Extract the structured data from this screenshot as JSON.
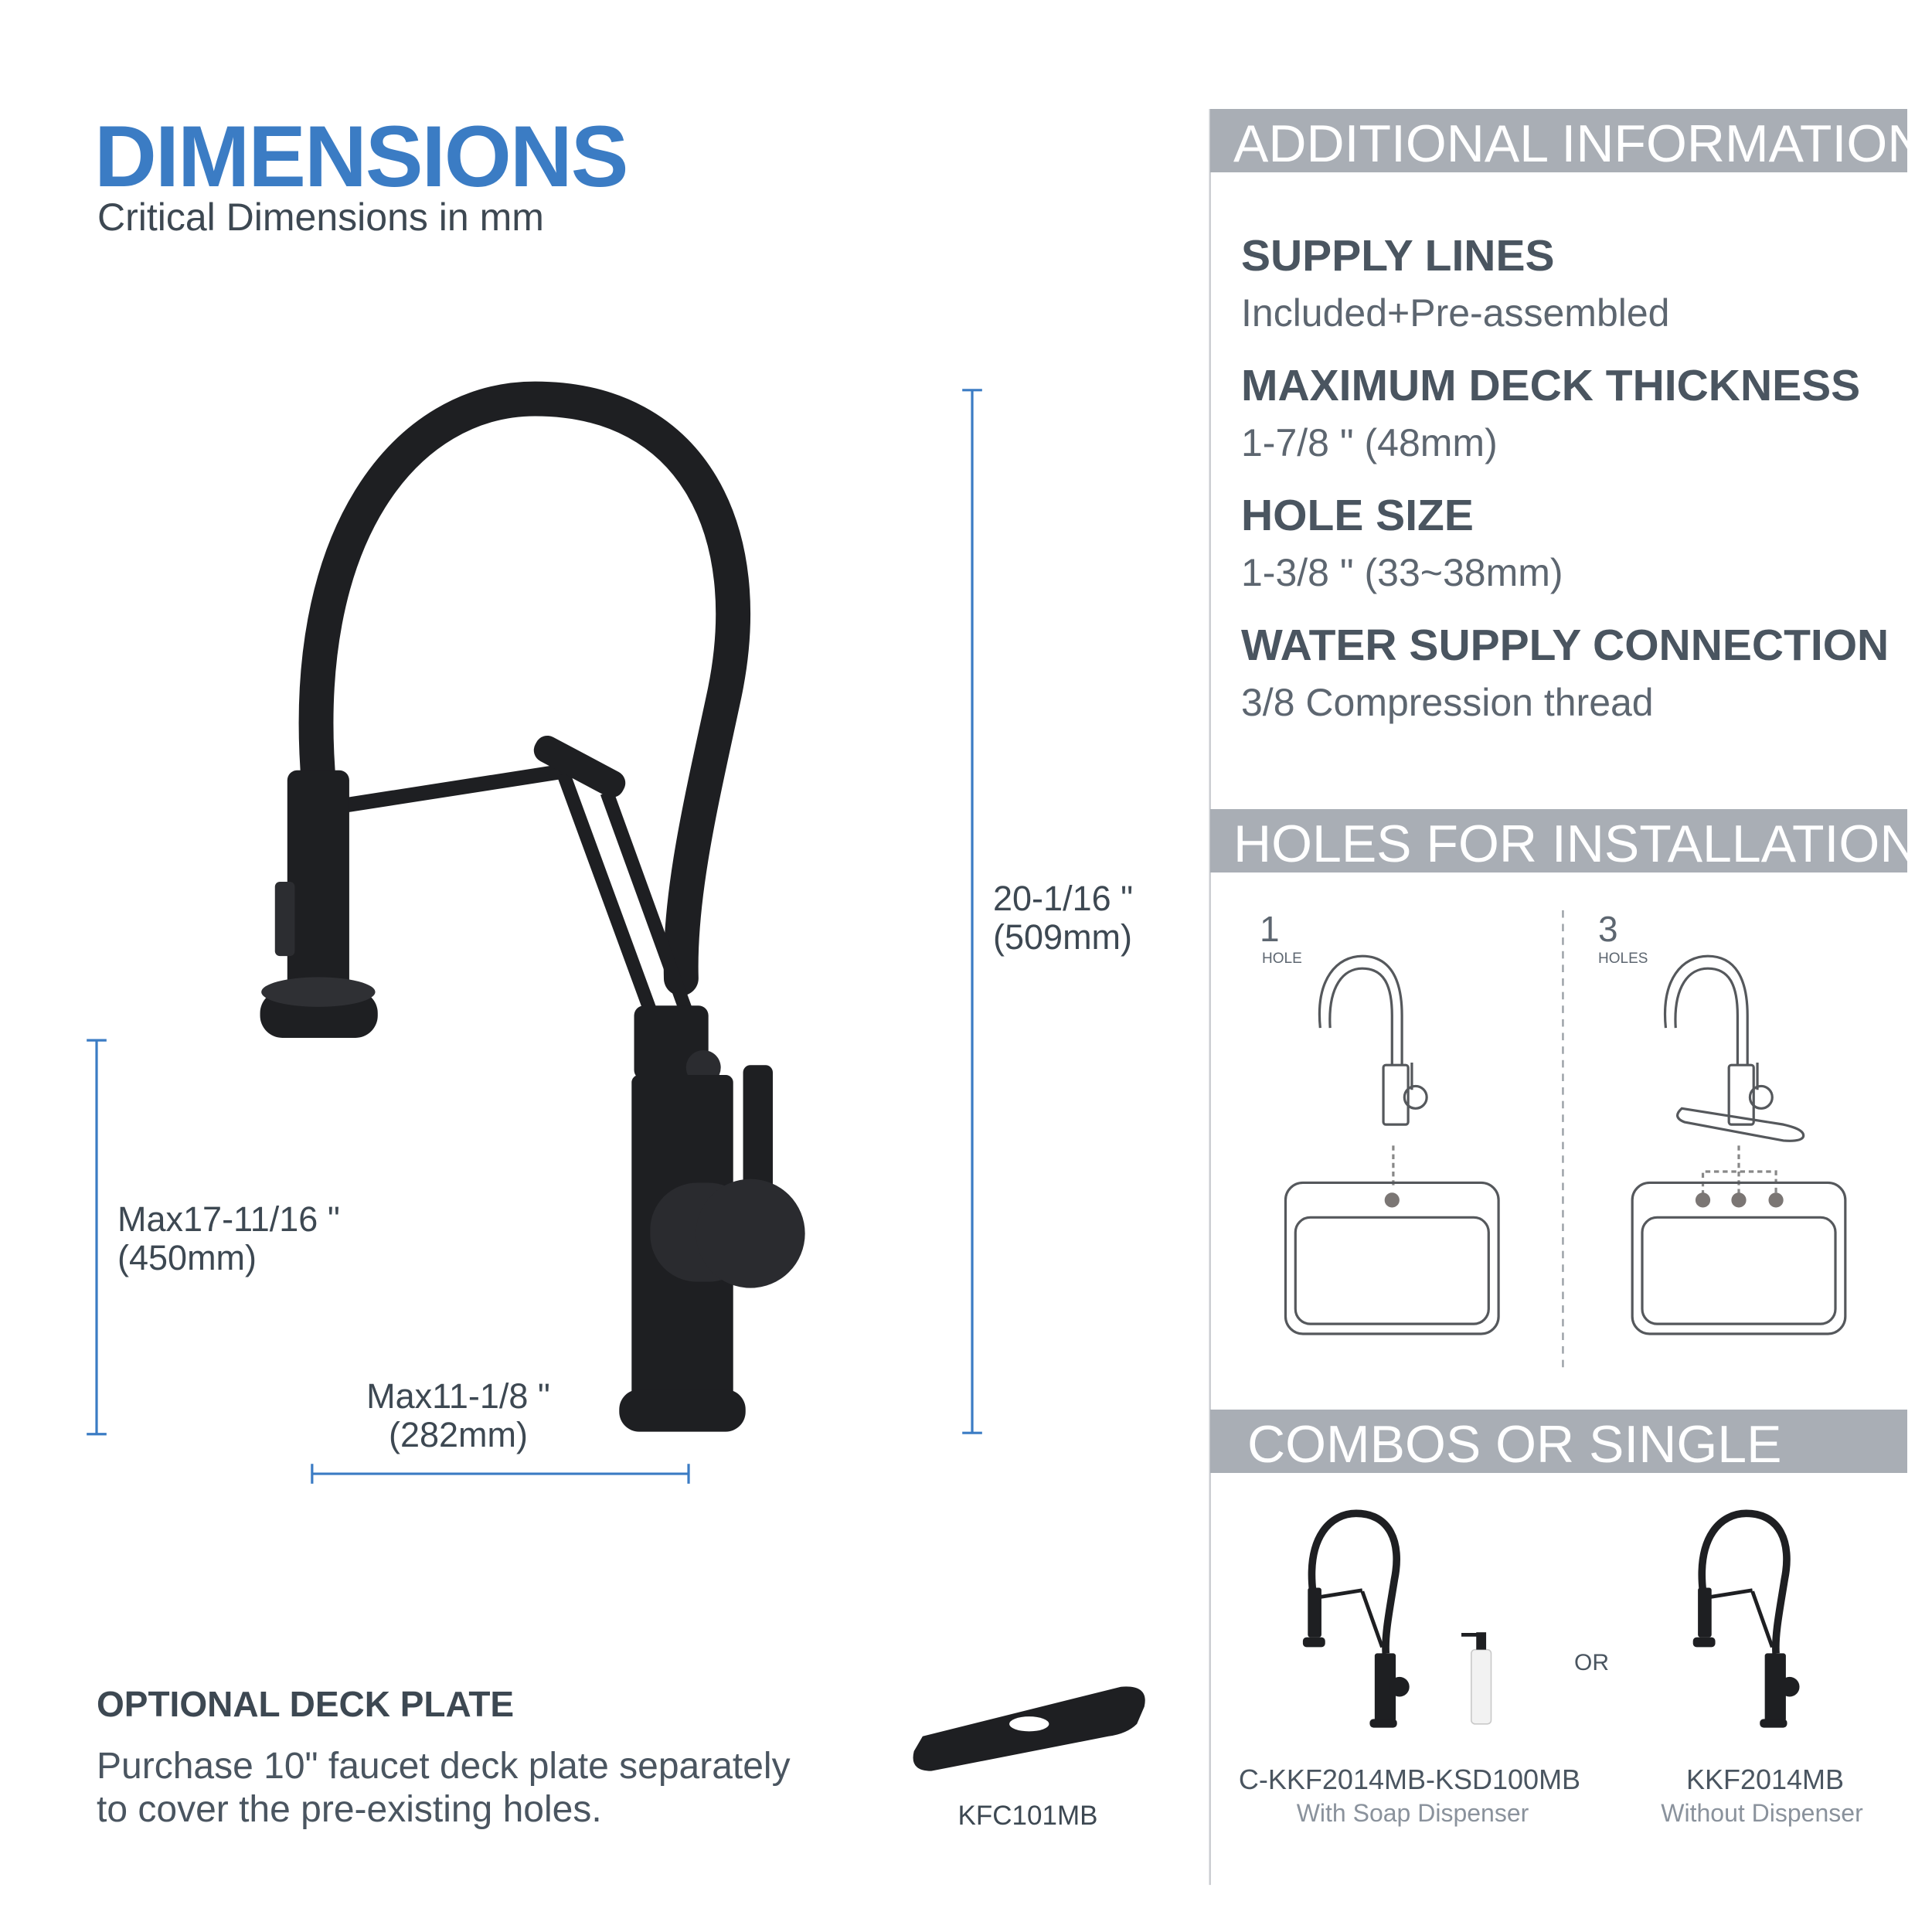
{
  "header": {
    "title": "DIMENSIONS",
    "subtitle": "Critical Dimensions in mm"
  },
  "dimensions": {
    "height": {
      "imperial": "20-1/16 \"",
      "metric": "(509mm)"
    },
    "spout_height": {
      "imperial": "Max17-11/16 \"",
      "metric": "(450mm)"
    },
    "reach": {
      "imperial": "Max11-1/8 \"",
      "metric": "(282mm)"
    }
  },
  "deck_plate": {
    "heading": "OPTIONAL DECK PLATE",
    "line1": "Purchase 10\" faucet deck plate separately",
    "line2": "to cover the pre-existing holes.",
    "model": "KFC101MB"
  },
  "additional_info": {
    "title": "ADDITIONAL INFORMATION",
    "specs": [
      {
        "label": "SUPPLY LINES",
        "value": "Included+Pre-assembled"
      },
      {
        "label": "MAXIMUM DECK THICKNESS",
        "value": "1-7/8 \" (48mm)"
      },
      {
        "label": "HOLE SIZE",
        "value": "1-3/8 \" (33~38mm)"
      },
      {
        "label": "WATER SUPPLY CONNECTION",
        "value": "3/8 Compression thread"
      }
    ]
  },
  "holes": {
    "title": "HOLES FOR INSTALLATION",
    "options": [
      {
        "number": "1",
        "label": "HOLE"
      },
      {
        "number": "3",
        "label": "HOLES"
      }
    ]
  },
  "combos": {
    "title": "COMBOS OR SINGLE",
    "or_label": "OR",
    "items": [
      {
        "model": "C-KKF2014MB-KSD100MB",
        "description": "With Soap Dispenser"
      },
      {
        "model": "KKF2014MB",
        "description": "Without Dispenser"
      }
    ]
  },
  "colors": {
    "accent": "#3b7cc4",
    "bar": "#a9aeb5",
    "text": "#4a5560",
    "faucet": "#1e1f22"
  }
}
